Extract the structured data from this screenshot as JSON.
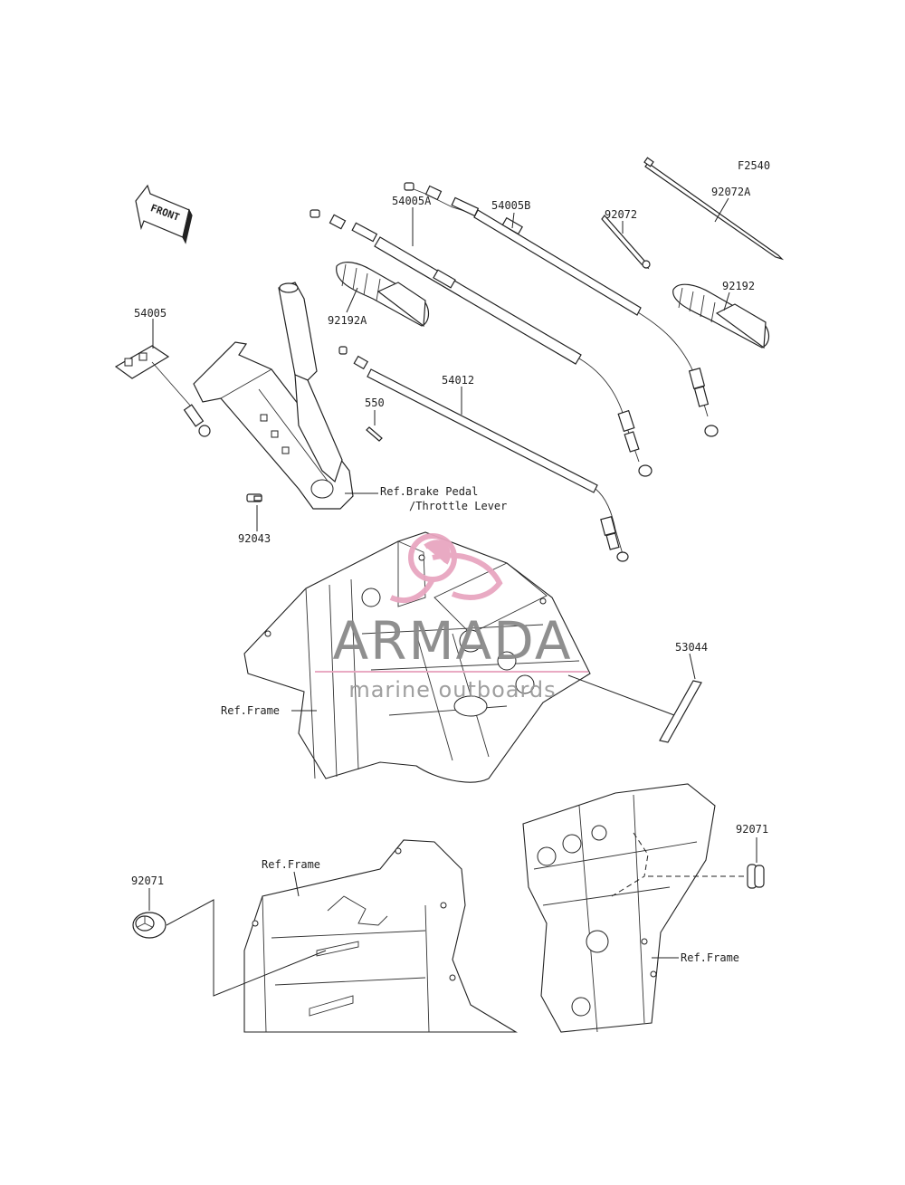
{
  "diagram": {
    "code": "F2540",
    "front_label": "FRONT",
    "parts": {
      "p54005": "54005",
      "p54005A": "54005A",
      "p54005B": "54005B",
      "p92072": "92072",
      "p92072A": "92072A",
      "p92192": "92192",
      "p92192A": "92192A",
      "p54012": "54012",
      "p550": "550",
      "p92043": "92043",
      "p53044": "53044",
      "p92071_left": "92071",
      "p92071_right": "92071"
    },
    "refs": {
      "brake_pedal_line1": "Ref.Brake Pedal",
      "brake_pedal_line2": "/Throttle Lever",
      "frame_mid": "Ref.Frame",
      "frame_bottom_left": "Ref.Frame",
      "frame_bottom_right": "Ref.Frame"
    }
  },
  "watermark": {
    "brand": "ARMADA",
    "tagline": "marine outboards",
    "logo_color": "#e8a6c0",
    "text_color": "#8a8a8a"
  }
}
